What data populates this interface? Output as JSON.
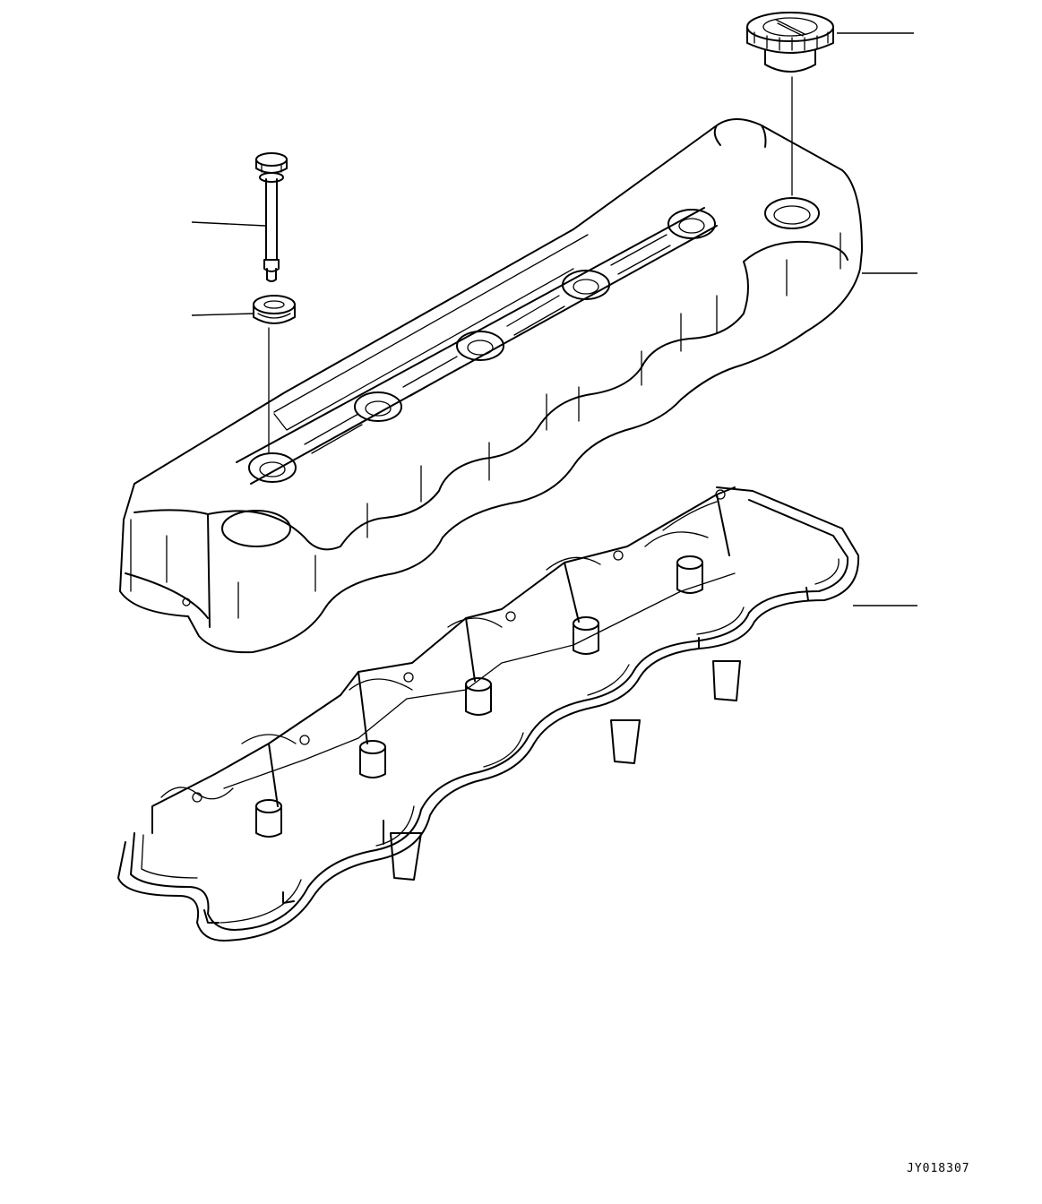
{
  "drawing": {
    "code": "JY018307"
  },
  "parts": [
    {
      "part": "oil-filler-cap"
    },
    {
      "part": "cover-bolt"
    },
    {
      "part": "bolt-seal-grommet"
    },
    {
      "part": "cylinder-head-cover"
    },
    {
      "part": "cover-gasket"
    }
  ]
}
